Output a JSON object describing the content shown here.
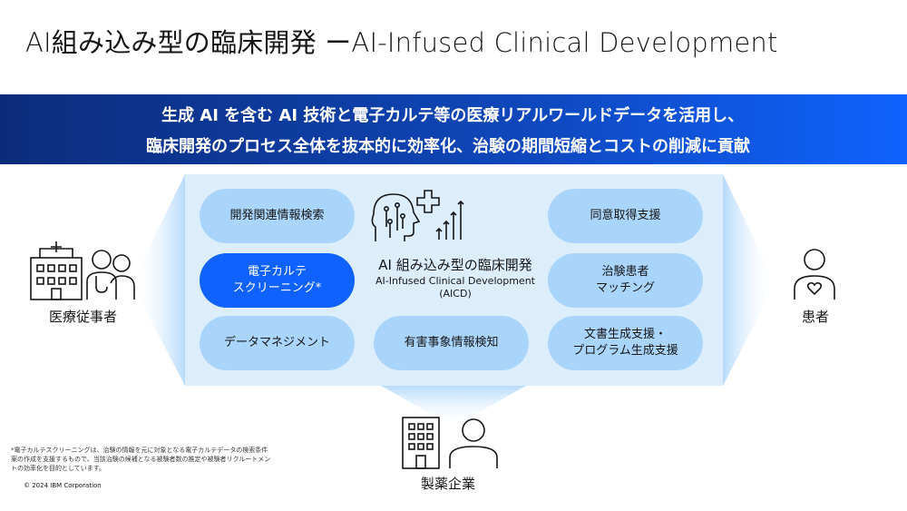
{
  "title": "AI組み込み型の臨床開発 ーAI-Infused Clinical Development",
  "banner": {
    "line1": "生成 AI を含む AI 技術と電子カルテ等の医療リアルワールドデータを活用し、",
    "line2": "臨床開発のプロセス全体を抜本的に効率化、治験の期間短縮とコストの削減に貢献"
  },
  "center": {
    "label": "AI 組み込み型の臨床開発",
    "sub_en": "AI-Infused Clinical Development",
    "sub_abbr": "(AICD)"
  },
  "pills": {
    "dev_search": "開発関連情報検索",
    "consent": "同意取得支援",
    "ehr_line1": "電子カルテ",
    "ehr_line2": "スクリーニング*",
    "matching_line1": "治験患者",
    "matching_line2": "マッチング",
    "data_mgmt": "データマネジメント",
    "adverse": "有害事象情報検知",
    "docgen_line1": "文書生成支援・",
    "docgen_line2": "プログラム生成支援"
  },
  "roles": {
    "medical": "医療従事者",
    "patient": "患者",
    "pharma": "製薬企業"
  },
  "footnote": "*電子カルテスクリーニングは、治験の情報を元に対象となる電子カルテデータの検索条件案の作成を支援するもので、当該治験の候補となる被験者数の推定や被験者リクルートメントの効率化を目的としています。",
  "copyright": "© 2024 IBM Corporation",
  "colors": {
    "banner_dark": "#0b2c7a",
    "banner_light": "#0f62fe",
    "panel": "#dcedfc",
    "pill": "#a9d4fb",
    "pill_active": "#0f62fe"
  }
}
